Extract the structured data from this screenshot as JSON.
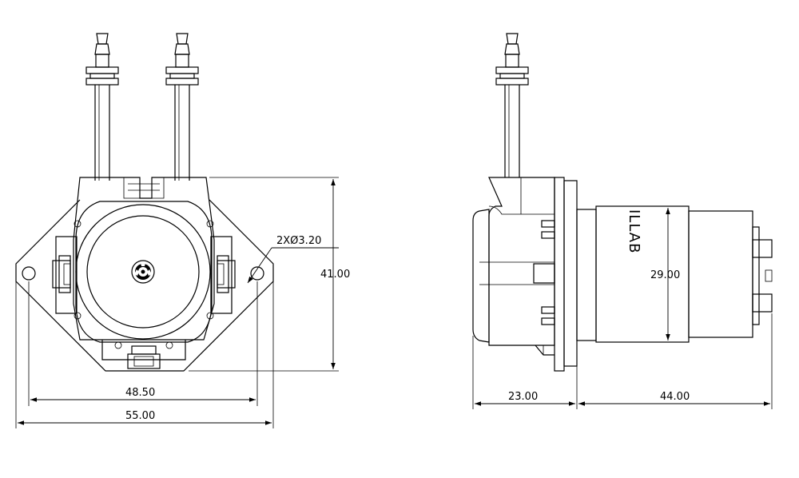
{
  "front_view": {
    "hole_callout": "2XØ3.20",
    "dim_height": "41.00",
    "dim_hole_spacing": "48.50",
    "dim_total_width": "55.00"
  },
  "side_view": {
    "brand_text": "ILLAB",
    "dim_motor_diameter": "29.00",
    "dim_head_depth": "23.00",
    "dim_motor_length": "44.00"
  }
}
